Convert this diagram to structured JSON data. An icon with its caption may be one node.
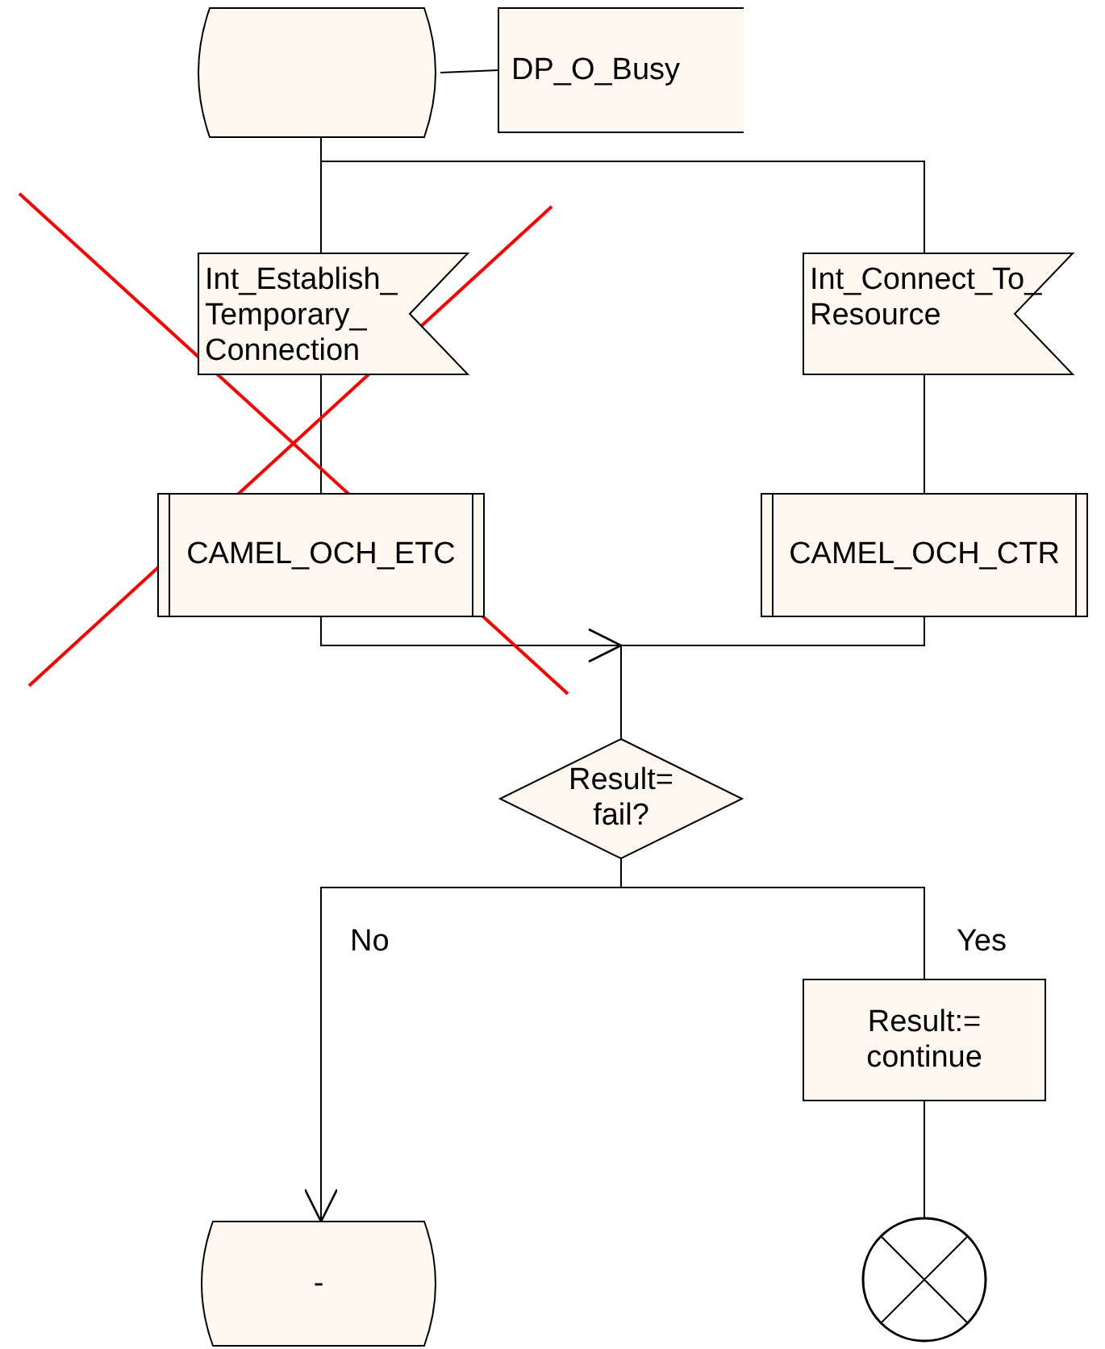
{
  "diagram": {
    "nodes": [
      {
        "text": [],
        "shape": "box"
      },
      {
        "text": [
          "DP_O_Busy"
        ]
      },
      {
        "text": [
          "Int_Establish_ Temporary_ Connection"
        ]
      },
      {
        "text": [
          "Int_Connect_To_ Resource"
        ]
      },
      {
        "text": [
          "CAMEL_OCH_ETC"
        ]
      },
      {
        "text": [
          "CAMEL_OCH_CTR"
        ]
      },
      {
        "text": [
          "Result= fail?"
        ]
      },
      {
        "text": [
          "Result:= continue"
        ]
      },
      {
        "text": [
          "-"
        ]
      },
      {
        "text": [],
        "shape": "circle"
      }
    ],
    "edges": [
      {
        "from": 0,
        "to": 1,
        "arrow": "none"
      },
      {
        "from": 0,
        "to": 2,
        "arrow": "none"
      },
      {
        "from": 0,
        "to": 3,
        "arrow": "none"
      },
      {
        "from": 2,
        "to": 4,
        "arrow": "none"
      },
      {
        "from": 3,
        "to": 5,
        "arrow": "none"
      },
      {
        "from": 4,
        "to": 6,
        "arrow": "to"
      },
      {
        "from": 5,
        "to": 6,
        "arrow": "none"
      },
      {
        "from": 6,
        "to": 8,
        "arrow": "to",
        "label": "No"
      },
      {
        "from": 6,
        "to": 7,
        "arrow": "none",
        "label": "Yes"
      },
      {
        "from": 7,
        "to": 9,
        "arrow": "none"
      }
    ]
  }
}
